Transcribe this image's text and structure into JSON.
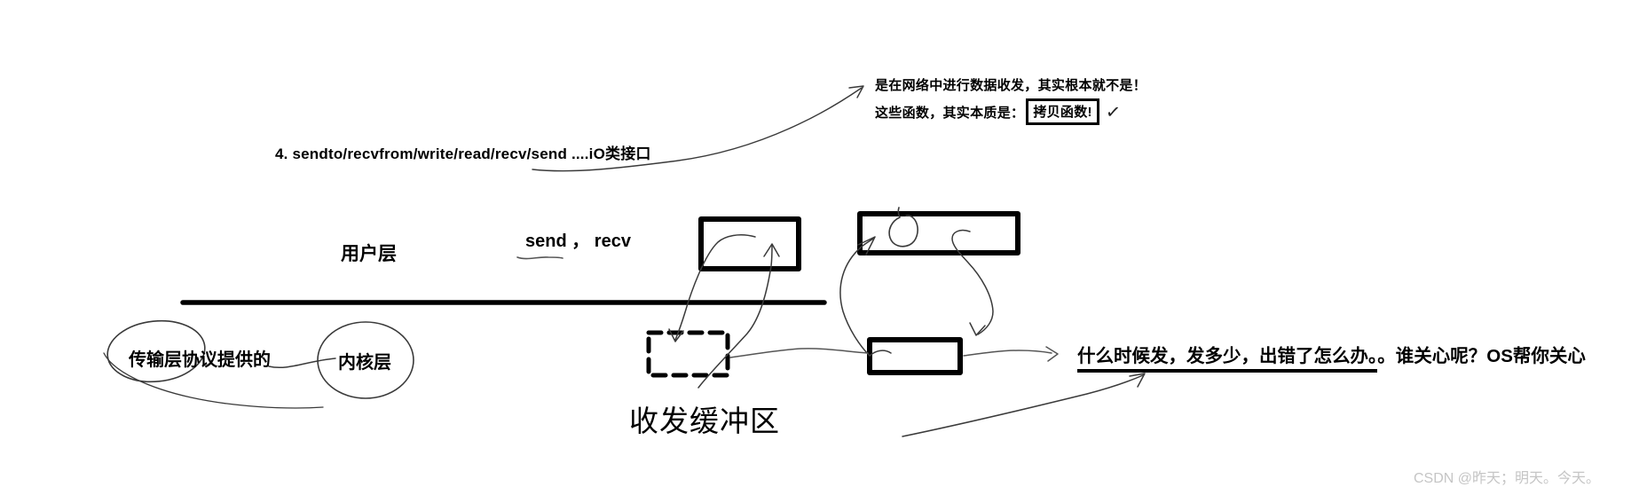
{
  "note": {
    "line1": "是在网络中进行数据收发，其实根本就不是！",
    "line2_prefix": "这些函数，其实本质是：",
    "boxed": "拷贝函数!",
    "check": "✓"
  },
  "io_interface_label": "4. sendto/recvfrom/write/read/recv/send ....iO类接口",
  "layers": {
    "user_layer": "用户层",
    "kernel_layer": "内核层",
    "transport_note": "传输层协议提供的"
  },
  "calls": {
    "send_recv": "send ，  recv"
  },
  "buffer_label": "收发缓冲区",
  "os_note": {
    "underlined": "什么时候发，发多少，出错了怎么办。",
    "rest": "。谁关心呢？OS帮你关心"
  },
  "watermark": {
    "text": "CSDN @昨天；明天。今天。",
    "color": "#c5c5c5"
  },
  "colors": {
    "background": "#ffffff",
    "ink": "#000000",
    "pen_stroke": "#3a3a3a",
    "connector_gray": "#555555"
  }
}
